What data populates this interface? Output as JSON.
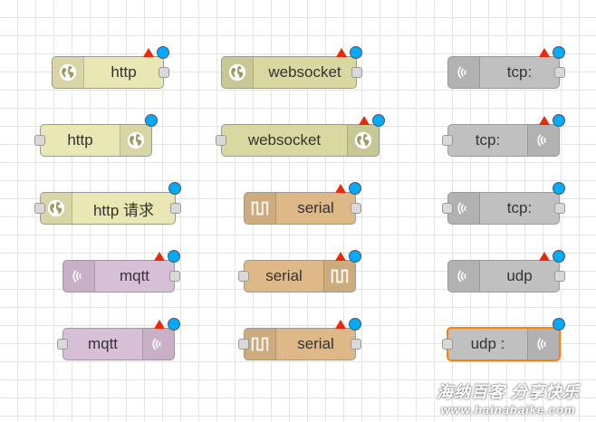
{
  "colors": {
    "network_http": "#e9e7b3",
    "network_ws": "#d8d8a0",
    "serial": "#deb887",
    "mqtt": "#d8bfd8",
    "tcp_udp": "#c0c0c0",
    "status_dot": "#00aaff",
    "warning": "#e82a0a",
    "selected_border": "#ff7f0e"
  },
  "nodes": [
    {
      "label": "http",
      "icon": "globe-icon"
    },
    {
      "label": "websocket",
      "icon": "globe-icon"
    },
    {
      "label": "tcp:",
      "icon": "radio-wave-icon"
    },
    {
      "label": "http",
      "icon": "globe-icon"
    },
    {
      "label": "websocket",
      "icon": "globe-icon"
    },
    {
      "label": "tcp:",
      "icon": "radio-wave-icon"
    },
    {
      "label": "http 请求",
      "icon": "globe-icon"
    },
    {
      "label": "serial",
      "icon": "square-wave-icon"
    },
    {
      "label": "tcp:",
      "icon": "radio-wave-icon"
    },
    {
      "label": "mqtt",
      "icon": "radio-wave-icon"
    },
    {
      "label": "serial",
      "icon": "square-wave-icon"
    },
    {
      "label": "udp",
      "icon": "radio-wave-icon"
    },
    {
      "label": "mqtt",
      "icon": "radio-wave-icon"
    },
    {
      "label": "serial",
      "icon": "square-wave-icon"
    },
    {
      "label": "udp :",
      "icon": "radio-wave-icon"
    }
  ],
  "watermark": {
    "chinese": "海纳百客 分享快乐",
    "domain": "www.hainabaike.com"
  }
}
